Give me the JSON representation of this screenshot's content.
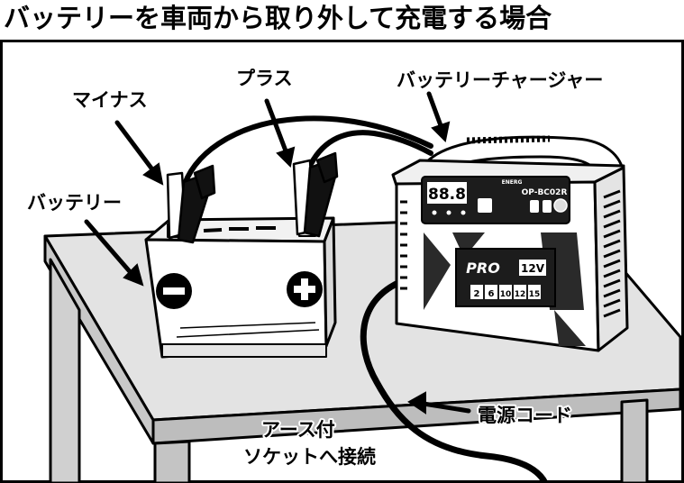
{
  "title": "バッテリーを車両から取り外して充電する場合",
  "labels": {
    "minus_clip": "マイナス",
    "plus_clip": "プラス",
    "battery": "バッテリー",
    "charger": "バッテリーチャージャー",
    "power_cord": "電源コード",
    "ground_socket_line1": "アース付",
    "ground_socket_line2": "ソケットへ接続"
  },
  "charger_panel": {
    "brand_small": "ENERG",
    "model": "OP-BC02R",
    "display": "88.8",
    "logo": "PRO",
    "voltage": "12V",
    "capacities": [
      "2",
      "6",
      "10",
      "12",
      "15"
    ]
  },
  "colors": {
    "line": "#000000",
    "fill": "#ffffff",
    "panel": "#1c1c1c",
    "table": "#d9d9d9",
    "gray": "#bdbdbd"
  }
}
